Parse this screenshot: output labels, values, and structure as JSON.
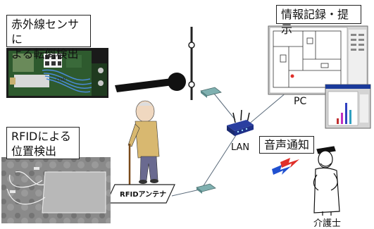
{
  "sensor": {
    "label_line1": "赤外線センサに",
    "label_line2": "よる転倒検出",
    "board_print": "(TM) "
  },
  "rfid": {
    "label_line1": "RFIDによる",
    "label_line2": "位置検出",
    "antenna_label": "RFIDアンテナ"
  },
  "pc": {
    "label_line1": "情報記録・提示",
    "name": "PC"
  },
  "network": {
    "lan_label": "LAN"
  },
  "notify": {
    "label": "音声通知",
    "caregiver_label": "介護士"
  },
  "colors": {
    "line": "#5a6a7a",
    "router": "#2a3fa0",
    "hub": "#7fb0b0",
    "red_bolt": "#e0302a",
    "blue_bolt": "#2050d0",
    "pcb": "#2e5a2e"
  }
}
